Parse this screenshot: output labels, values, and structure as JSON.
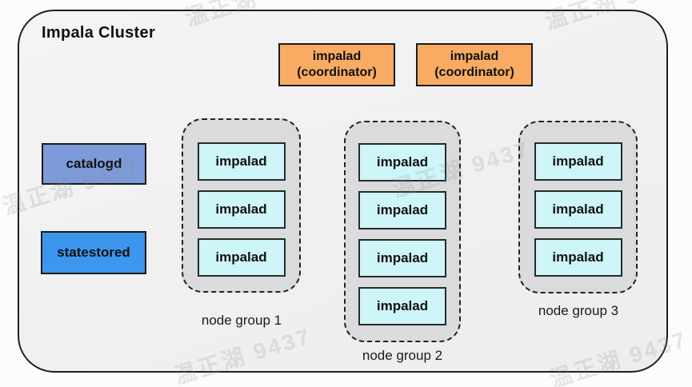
{
  "diagram": {
    "title": "Impala Cluster",
    "coordinators": [
      {
        "line1": "impalad",
        "line2": "(coordinator)"
      },
      {
        "line1": "impalad",
        "line2": "(coordinator)"
      }
    ],
    "services": [
      {
        "name": "catalogd"
      },
      {
        "name": "statestored"
      }
    ],
    "node_groups": [
      {
        "label": "node group 1",
        "nodes": [
          "impalad",
          "impalad",
          "impalad"
        ]
      },
      {
        "label": "node group 2",
        "nodes": [
          "impalad",
          "impalad",
          "impalad",
          "impalad"
        ]
      },
      {
        "label": "node group 3",
        "nodes": [
          "impalad",
          "impalad",
          "impalad"
        ]
      }
    ],
    "watermark": "温正湖 9437",
    "colors": {
      "coordinator_fill": "#F9AB63",
      "catalogd_fill": "#7D9BD8",
      "statestored_fill": "#3D96EE",
      "impalad_fill": "#CEF5F7",
      "group_fill": "#DADBDC",
      "container_fill": "#F4F4F5"
    }
  }
}
